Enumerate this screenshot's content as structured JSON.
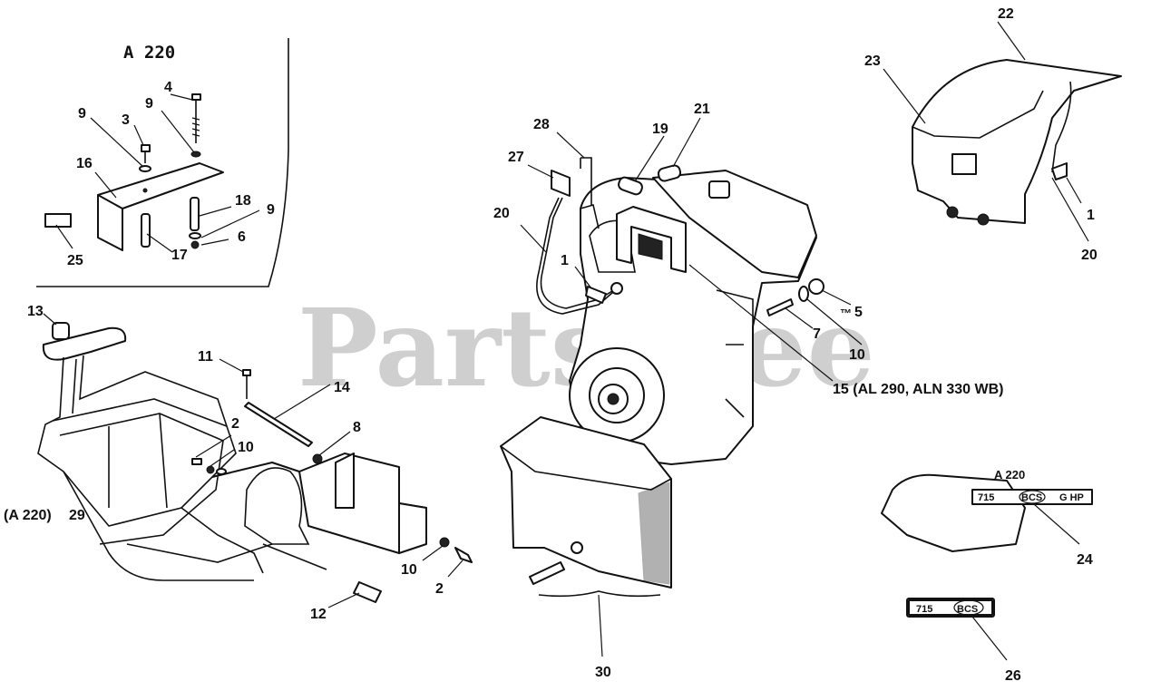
{
  "watermark": "PartsTree",
  "watermark_tm": "™",
  "inset": {
    "title": "A 220"
  },
  "decal_24": {
    "label": "A 220",
    "model": "715",
    "brand": "BCS",
    "suffix": "G HP"
  },
  "decal_26": {
    "model": "715",
    "brand": "BCS"
  },
  "callouts": {
    "c1_tr": "1",
    "c1_mid": "1",
    "c2_a": "2",
    "c2_b": "2",
    "c3": "3",
    "c4": "4",
    "c5": "5",
    "c6": "6",
    "c7": "7",
    "c8": "8",
    "c9_a": "9",
    "c9_b": "9",
    "c9_c": "9",
    "c10_a": "10",
    "c10_b": "10",
    "c10_c": "10",
    "c11": "11",
    "c12": "12",
    "c13": "13",
    "c14": "14",
    "c15": "15 (AL 290, ALN 330 WB)",
    "c16": "16",
    "c17": "17",
    "c18": "18",
    "c19": "19",
    "c20_a": "20",
    "c20_b": "20",
    "c21": "21",
    "c22": "22",
    "c23": "23",
    "c24": "24",
    "c25": "25",
    "c26": "26",
    "c27": "27",
    "c28": "28",
    "c29": "29",
    "c29_note": "(A 220)",
    "c30": "30"
  }
}
